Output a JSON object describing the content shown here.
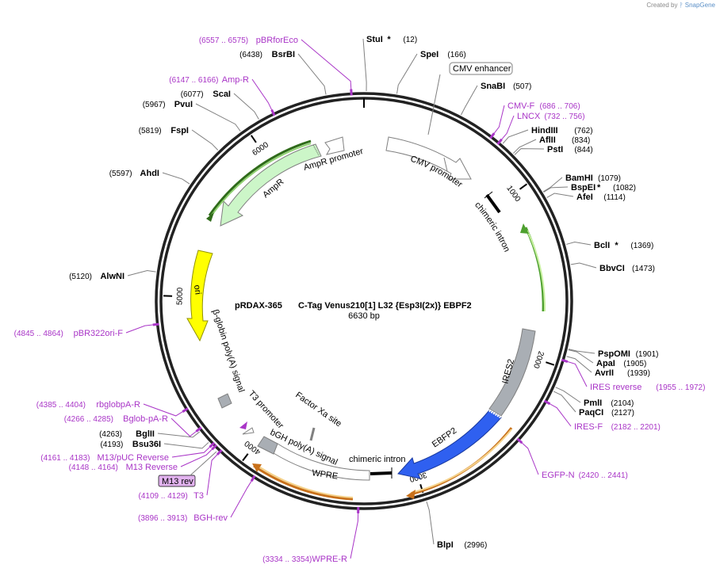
{
  "header": {
    "created_by": "Created by",
    "brand": "SnapGene"
  },
  "plasmid": {
    "name": "pRDAX-365",
    "description": "C-Tag Venus210[1] L32 {Esp3I(2x)} EBPF2",
    "size_label": "6630 bp",
    "length_bp": 6630
  },
  "ruler": {
    "ticks": [
      {
        "bp": 1000,
        "label": "1000"
      },
      {
        "bp": 2000,
        "label": "2000"
      },
      {
        "bp": 3000,
        "label": "3000"
      },
      {
        "bp": 4000,
        "label": "4000"
      },
      {
        "bp": 5000,
        "label": "5000"
      },
      {
        "bp": 6000,
        "label": "6000"
      }
    ]
  },
  "colors": {
    "backbone": "#222222",
    "primer": "#a935c7",
    "arrow_outline": "#808080",
    "amp_fill": "#ccf6c8",
    "amp_ring": "#2f6b1a",
    "ori_fill": "#ffff00",
    "ires_fill": "#a9aeb4",
    "ebfp_fill": "#2f60f0",
    "orange_ring": "#c8701a",
    "green_ring": "#4ea02f",
    "m13_box": "#e2b3ef"
  },
  "sites": [
    {
      "name": "StuI",
      "star": " *",
      "pos": "(12)",
      "bp": 12
    },
    {
      "name": "SpeI",
      "star": "",
      "pos": "(166)",
      "bp": 166
    },
    {
      "name": "SnaBI",
      "star": "",
      "pos": "(507)",
      "bp": 507
    },
    {
      "name": "HindIII",
      "star": "",
      "pos": "(762)",
      "bp": 762
    },
    {
      "name": "AflII",
      "star": "",
      "pos": "(834)",
      "bp": 834
    },
    {
      "name": "PstI",
      "star": "",
      "pos": "(844)",
      "bp": 844
    },
    {
      "name": "BamHI",
      "star": "",
      "pos": "(1079)",
      "bp": 1079
    },
    {
      "name": "BspEI",
      "star": " *",
      "pos": "(1082)",
      "bp": 1082
    },
    {
      "name": "AfeI",
      "star": "",
      "pos": "(1114)",
      "bp": 1114
    },
    {
      "name": "BclI",
      "star": " *",
      "pos": "(1369)",
      "bp": 1369
    },
    {
      "name": "BbvCI",
      "star": "",
      "pos": "(1473)",
      "bp": 1473
    },
    {
      "name": "PspOMI",
      "star": "",
      "pos": "(1901)",
      "bp": 1901
    },
    {
      "name": "ApaI",
      "star": "",
      "pos": "(1905)",
      "bp": 1905
    },
    {
      "name": "AvrII",
      "star": "",
      "pos": "(1939)",
      "bp": 1939
    },
    {
      "name": "PmlI",
      "star": "",
      "pos": "(2104)",
      "bp": 2104
    },
    {
      "name": "PaqCI",
      "star": "",
      "pos": "(2127)",
      "bp": 2127
    },
    {
      "name": "BlpI",
      "star": "",
      "pos": "(2996)",
      "bp": 2996
    },
    {
      "name": "Bsu36I",
      "star": "",
      "pos": "(4193)",
      "bp": 4193
    },
    {
      "name": "BglII",
      "star": "",
      "pos": "(4263)",
      "bp": 4263
    },
    {
      "name": "AlwNI",
      "star": "",
      "pos": "(5120)",
      "bp": 5120
    },
    {
      "name": "AhdI",
      "star": "",
      "pos": "(5597)",
      "bp": 5597
    },
    {
      "name": "FspI",
      "star": "",
      "pos": "(5819)",
      "bp": 5819
    },
    {
      "name": "PvuI",
      "star": "",
      "pos": "(5967)",
      "bp": 5967
    },
    {
      "name": "ScaI",
      "star": "",
      "pos": "(6077)",
      "bp": 6077
    },
    {
      "name": "BsrBI",
      "star": "",
      "pos": "(6438)",
      "bp": 6438
    }
  ],
  "primers": [
    {
      "name": "pBRforEco",
      "range": "(6557 .. 6575)",
      "bp": 6566
    },
    {
      "name": "Amp-R",
      "range": "(6147 .. 6166)",
      "bp": 6156
    },
    {
      "name": "CMV-F",
      "range": "(686 .. 706)",
      "bp": 696
    },
    {
      "name": "LNCX",
      "range": "(732 .. 756)",
      "bp": 744
    },
    {
      "name": "IRES reverse",
      "range": "(1955 .. 1972)",
      "bp": 1963
    },
    {
      "name": "IRES-F",
      "range": "(2182 .. 2201)",
      "bp": 2191
    },
    {
      "name": "EGFP-N",
      "range": "(2420 .. 2441)",
      "bp": 2430
    },
    {
      "name": "WPRE-R",
      "range": "(3334 .. 3354)",
      "bp": 3344
    },
    {
      "name": "BGH-rev",
      "range": "(3896 .. 3913)",
      "bp": 3904
    },
    {
      "name": "T3",
      "range": "(4109 .. 4129)",
      "bp": 4119
    },
    {
      "name": "M13 Reverse",
      "range": "(4148 .. 4164)",
      "bp": 4156
    },
    {
      "name": "M13/pUC Reverse",
      "range": "(4161 .. 4183)",
      "bp": 4172
    },
    {
      "name": "Bglob-pA-R",
      "range": "(4266 .. 4285)",
      "bp": 4275
    },
    {
      "name": "rbglobpA-R",
      "range": "(4385 .. 4404)",
      "bp": 4394
    },
    {
      "name": "pBR322ori-F",
      "range": "(4845 .. 4864)",
      "bp": 4854
    }
  ],
  "features": {
    "cmv_enhancer": "CMV enhancer",
    "cmv_promoter": "CMV promoter",
    "chimeric_intron": "chimeric intron",
    "ires2": "IRES2",
    "ebfp2": "EBFP2",
    "chimeric_intron_2": "chimeric intron",
    "wpre": "WPRE",
    "bgh_polya": "bGH poly(A) signal",
    "factor_xa": "Factor Xa site",
    "t3_promoter": "T3 promoter",
    "bglobin_polya": "β-globin poly(A) signal",
    "ori": "ori",
    "ampr": "AmpR",
    "ampr_promoter": "AmpR promoter",
    "m13_rev": "M13 rev"
  }
}
